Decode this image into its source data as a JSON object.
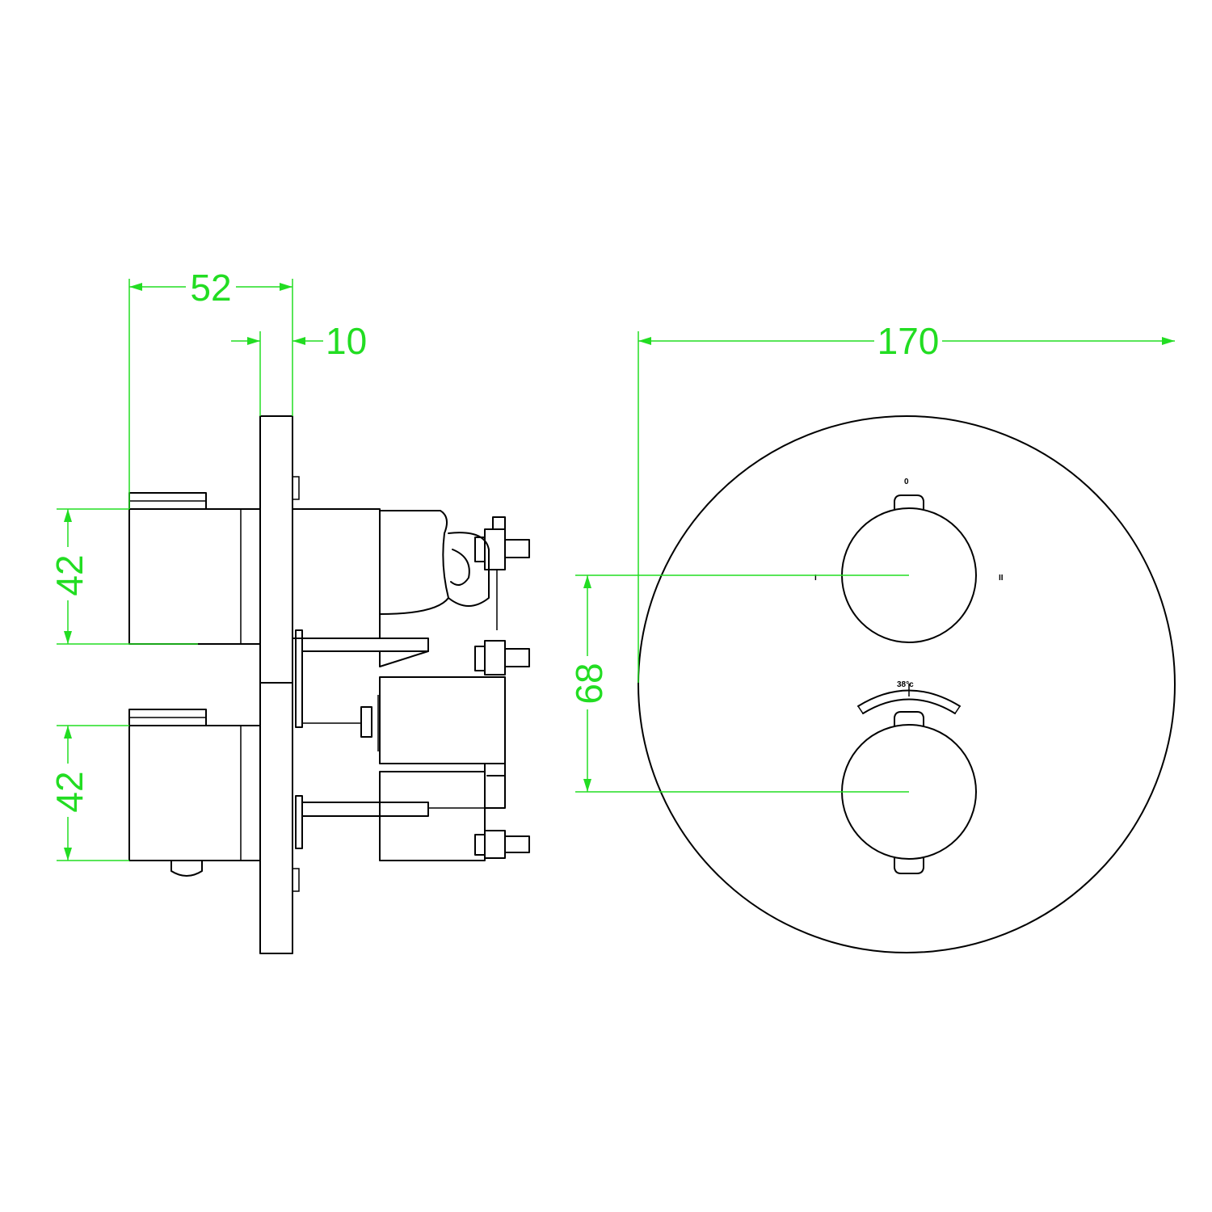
{
  "colors": {
    "dimension": "#22dd22",
    "outline": "#000000",
    "background": "#ffffff"
  },
  "dimensions": {
    "depth_total": "52",
    "plate_thickness": "10",
    "handle_upper_height": "42",
    "handle_lower_height": "42",
    "plate_diameter": "170",
    "handle_spacing": "68"
  },
  "front_view": {
    "position_marks": {
      "off": "0",
      "outlet_1": "I",
      "outlet_2": "II"
    },
    "temperature_mark": "38°c"
  }
}
